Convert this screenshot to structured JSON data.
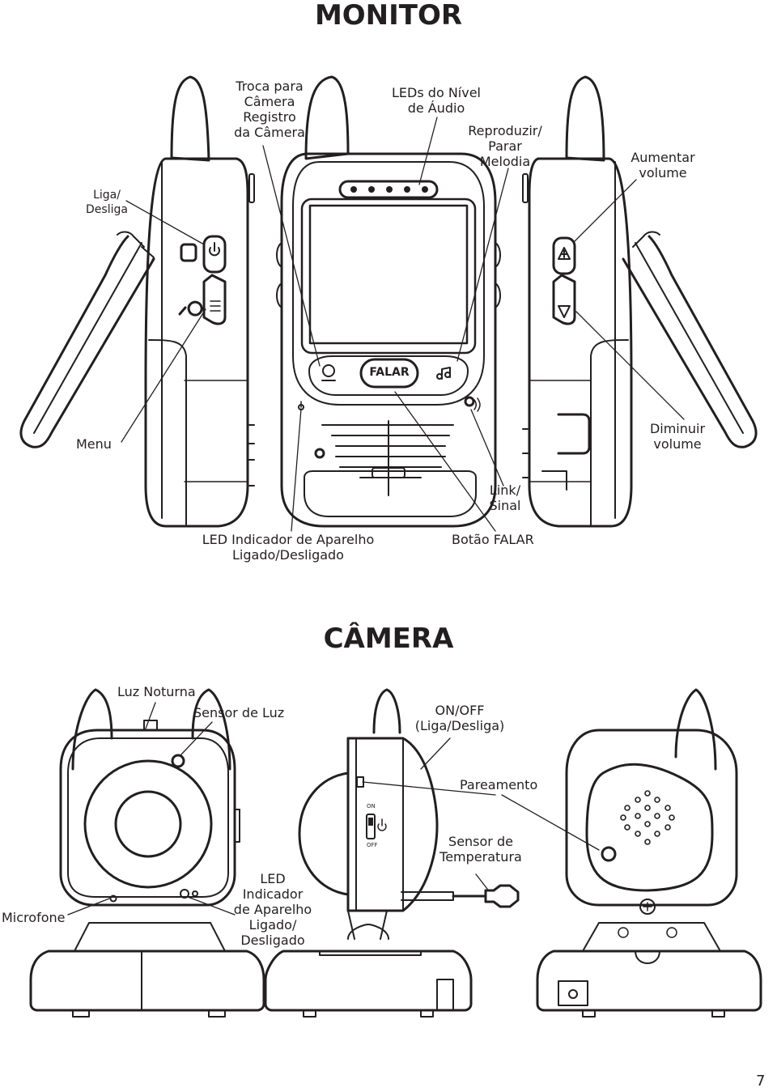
{
  "titles": {
    "monitor": "MONITOR",
    "camera": "CÂMERA"
  },
  "monitor_labels": {
    "power": "Liga/\nDesliga",
    "camera_switch": "Troca para\nCâmera\nRegistro\nda Câmera",
    "audio_leds": "LEDs do Nível\nde Áudio",
    "melody": "Reproduzir/\nParar\nMelodia",
    "volume_up": "Aumentar\nvolume",
    "menu": "Menu",
    "volume_down": "Diminuir\nvolume",
    "link": "Link/\nSinal",
    "power_led": "LED Indicador de Aparelho\nLigado/Desligado",
    "talk_button": "Botão FALAR"
  },
  "monitor_device": {
    "talk_key": "FALAR"
  },
  "camera_labels": {
    "night_light": "Luz Noturna",
    "light_sensor": "Sensor de Luz",
    "on_off": "ON/OFF\n(Liga/Desliga)",
    "pairing": "Pareamento",
    "temp_sensor": "Sensor de\nTemperatura",
    "microphone": "Microfone",
    "power_led": "LED\nIndicador\nde Aparelho\nLigado/\nDesligado"
  },
  "camera_switch": {
    "on": "ON",
    "off": "OFF"
  },
  "page_number": "7"
}
